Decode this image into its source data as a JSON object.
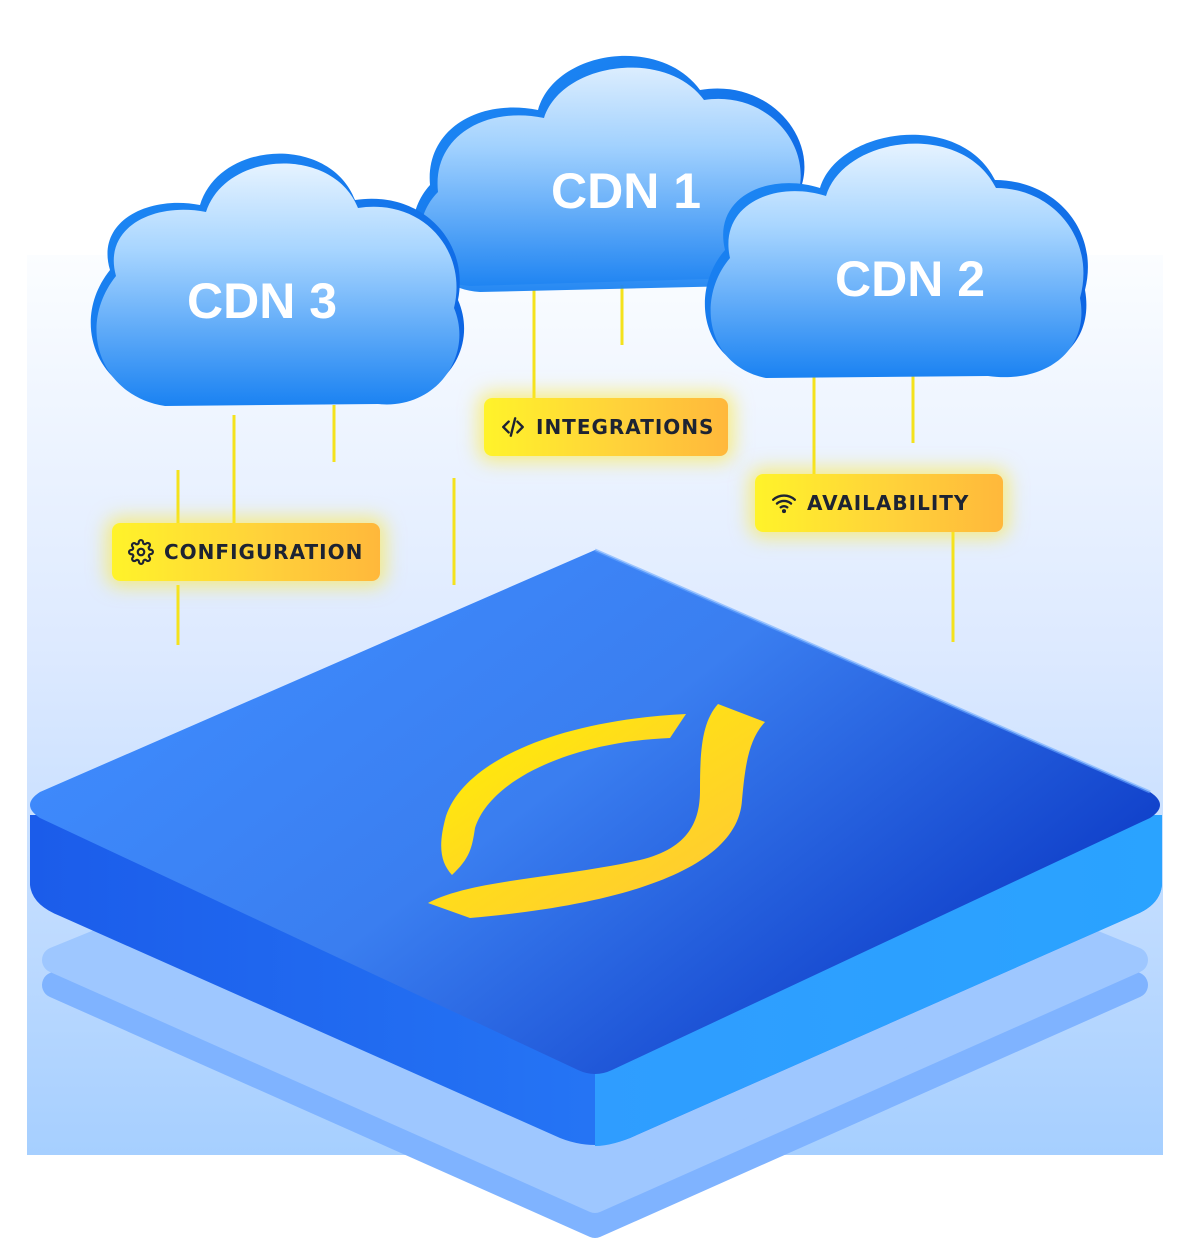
{
  "clouds": {
    "cdn1": {
      "label": "CDN 1"
    },
    "cdn2": {
      "label": "CDN 2"
    },
    "cdn3": {
      "label": "CDN 3"
    }
  },
  "tags": {
    "configuration": {
      "label": "CONFIGURATION",
      "icon": "gear-icon"
    },
    "integrations": {
      "label": "INTEGRATIONS",
      "icon": "code-icon"
    },
    "availability": {
      "label": "AVAILABILITY",
      "icon": "wifi-icon"
    }
  },
  "platform": {
    "logo": "s-swoosh-logo"
  },
  "colors": {
    "cloud_light": "#dbeeff",
    "cloud_dark": "#1a82f2",
    "platform_top_light": "#4f98ff",
    "platform_top_dark": "#0733c0",
    "platform_side": "#1f6ef0",
    "logo_yellow": "#ffe62e",
    "connector_yellow": "#f4e21d",
    "background_top": "#f7faff",
    "background_bottom": "#a9d0ff"
  }
}
